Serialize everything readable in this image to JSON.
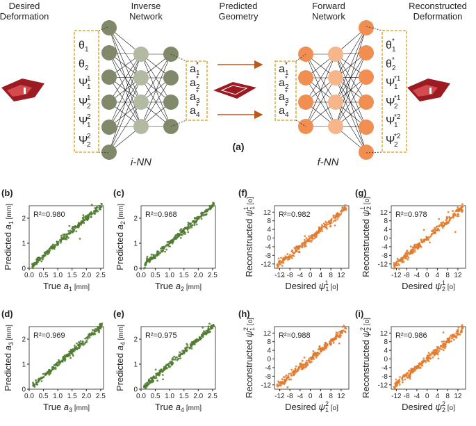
{
  "colors": {
    "inverse_dark": "#808a6a",
    "inverse_mid": "#b2bba2",
    "forward_dark": "#f18e52",
    "forward_mid": "#f7b58a",
    "box_border": "#e0a82e",
    "arrow": "#b85a20",
    "green_points": "#4f7a2f",
    "orange_points": "#e07a2c",
    "geometry_red": "#9c1b23"
  },
  "top": {
    "headers": {
      "desired": "Desired\nDeformation",
      "inverse": "Inverse\nNetwork",
      "predicted": "Predicted\nGeometry",
      "forward": "Forward\nNetwork",
      "reconstructed": "Reconstructed\nDeformation"
    },
    "inputs": [
      "θ1",
      "θ2",
      "Ψ11",
      "Ψ21",
      "Ψ12",
      "Ψ22"
    ],
    "middle_params": [
      "a1*",
      "a2*",
      "a3*",
      "a4*"
    ],
    "outputs": [
      "θ1*",
      "θ2*",
      "Ψ1*1",
      "Ψ2*1",
      "Ψ1*2",
      "Ψ2*2"
    ],
    "inn_label": "i-NN",
    "fnn_label": "f-NN",
    "panel_a": "(a)"
  },
  "panels": [
    {
      "id": "(b)",
      "r2": "R²=0.980",
      "ylabel_main": "Predicted a",
      "ylabel_sub": "1",
      "ylabel_unit": "[mm]",
      "xlabel_main": "True a",
      "xlabel_sub": "1",
      "xlabel_unit": "[mm]"
    },
    {
      "id": "(c)",
      "r2": "R²=0.968",
      "ylabel_main": "Predicted a",
      "ylabel_sub": "2",
      "ylabel_unit": "[mm]",
      "xlabel_main": "True a",
      "xlabel_sub": "2",
      "xlabel_unit": "[mm]"
    },
    {
      "id": "(d)",
      "r2": "R²=0.969",
      "ylabel_main": "Predicted a",
      "ylabel_sub": "3",
      "ylabel_unit": "[mm]",
      "xlabel_main": "True a",
      "xlabel_sub": "3",
      "xlabel_unit": "[mm]"
    },
    {
      "id": "(e)",
      "r2": "R²=0.975",
      "ylabel_main": "Predicted a",
      "ylabel_sub": "4",
      "ylabel_unit": "[mm]",
      "xlabel_main": "True a",
      "xlabel_sub": "4",
      "xlabel_unit": "[mm]"
    },
    {
      "id": "(f)",
      "r2": "R²=0.982",
      "ylabel_main": "Reconstructed ψ",
      "ylabel_sub": "1",
      "ylabel_sup": "1",
      "ylabel_unit": "[o]",
      "xlabel_main": "Desired ψ",
      "xlabel_sub": "1",
      "xlabel_sup": "1",
      "xlabel_unit": "[o]"
    },
    {
      "id": "(g)",
      "r2": "R²=0.978",
      "ylabel_main": "Reconstructed ψ",
      "ylabel_sub": "2",
      "ylabel_sup": "1",
      "ylabel_unit": "[o]",
      "xlabel_main": "Desired ψ",
      "xlabel_sub": "2",
      "xlabel_sup": "1",
      "xlabel_unit": "[o]"
    },
    {
      "id": "(h)",
      "r2": "R²=0.988",
      "ylabel_main": "Reconstructed ψ",
      "ylabel_sub": "1",
      "ylabel_sup": "2",
      "ylabel_unit": "[o]",
      "xlabel_main": "Desired ψ",
      "xlabel_sub": "1",
      "xlabel_sup": "2",
      "xlabel_unit": "[o]"
    },
    {
      "id": "(i)",
      "r2": "R²=0.986",
      "ylabel_main": "Reconstructed ψ",
      "ylabel_sub": "2",
      "ylabel_sup": "2",
      "ylabel_unit": "[o]",
      "xlabel_main": "Desired ψ",
      "xlabel_sub": "2",
      "xlabel_sup": "2",
      "xlabel_unit": "[o]"
    }
  ],
  "chart_data": [
    {
      "type": "scatter",
      "panel": "(b)",
      "xlim": [
        0,
        2.6
      ],
      "ylim": [
        0,
        2.5
      ],
      "xticks": [
        "0.0",
        "0.5",
        "1.0",
        "1.5",
        "2.0",
        "2.5"
      ],
      "yticks": [
        "0",
        "1",
        "2"
      ],
      "r2": 0.98
    },
    {
      "type": "scatter",
      "panel": "(c)",
      "xlim": [
        0,
        2.6
      ],
      "ylim": [
        0,
        2.5
      ],
      "xticks": [
        "0.0",
        "0.5",
        "1.0",
        "1.5",
        "2.0",
        "2.5"
      ],
      "yticks": [
        "0",
        "1",
        "2"
      ],
      "r2": 0.968
    },
    {
      "type": "scatter",
      "panel": "(d)",
      "xlim": [
        0,
        2.6
      ],
      "ylim": [
        0,
        2.5
      ],
      "xticks": [
        "0.0",
        "0.5",
        "1.0",
        "1.5",
        "2.0",
        "2.5"
      ],
      "yticks": [
        "0",
        "1",
        "2"
      ],
      "r2": 0.969
    },
    {
      "type": "scatter",
      "panel": "(e)",
      "xlim": [
        0,
        2.6
      ],
      "ylim": [
        0,
        2.5
      ],
      "xticks": [
        "0.0",
        "0.5",
        "1.0",
        "1.5",
        "2.0",
        "2.5"
      ],
      "yticks": [
        "0",
        "1",
        "2"
      ],
      "r2": 0.975
    },
    {
      "type": "scatter",
      "panel": "(f)",
      "xlim": [
        -14,
        15
      ],
      "ylim": [
        -14,
        15
      ],
      "xticks": [
        "-12",
        "-8",
        "-4",
        "0",
        "4",
        "8",
        "12"
      ],
      "yticks": [
        "-12",
        "-8",
        "-4",
        "0",
        "4",
        "8",
        "12"
      ],
      "r2": 0.982
    },
    {
      "type": "scatter",
      "panel": "(g)",
      "xlim": [
        -14,
        15
      ],
      "ylim": [
        -14,
        15
      ],
      "xticks": [
        "-12",
        "-8",
        "-4",
        "0",
        "4",
        "8",
        "12"
      ],
      "yticks": [
        "-12",
        "-8",
        "-4",
        "0",
        "4",
        "8",
        "12"
      ],
      "r2": 0.978
    },
    {
      "type": "scatter",
      "panel": "(h)",
      "xlim": [
        -14,
        15
      ],
      "ylim": [
        -14,
        15
      ],
      "xticks": [
        "-12",
        "-8",
        "-4",
        "0",
        "4",
        "8",
        "12"
      ],
      "yticks": [
        "-12",
        "-8",
        "-4",
        "0",
        "4",
        "8",
        "12"
      ],
      "r2": 0.988
    },
    {
      "type": "scatter",
      "panel": "(i)",
      "xlim": [
        -14,
        15
      ],
      "ylim": [
        -14,
        15
      ],
      "xticks": [
        "-12",
        "-8",
        "-4",
        "0",
        "4",
        "8",
        "12"
      ],
      "yticks": [
        "-12",
        "-8",
        "-4",
        "0",
        "4",
        "8",
        "12"
      ],
      "r2": 0.986
    }
  ]
}
